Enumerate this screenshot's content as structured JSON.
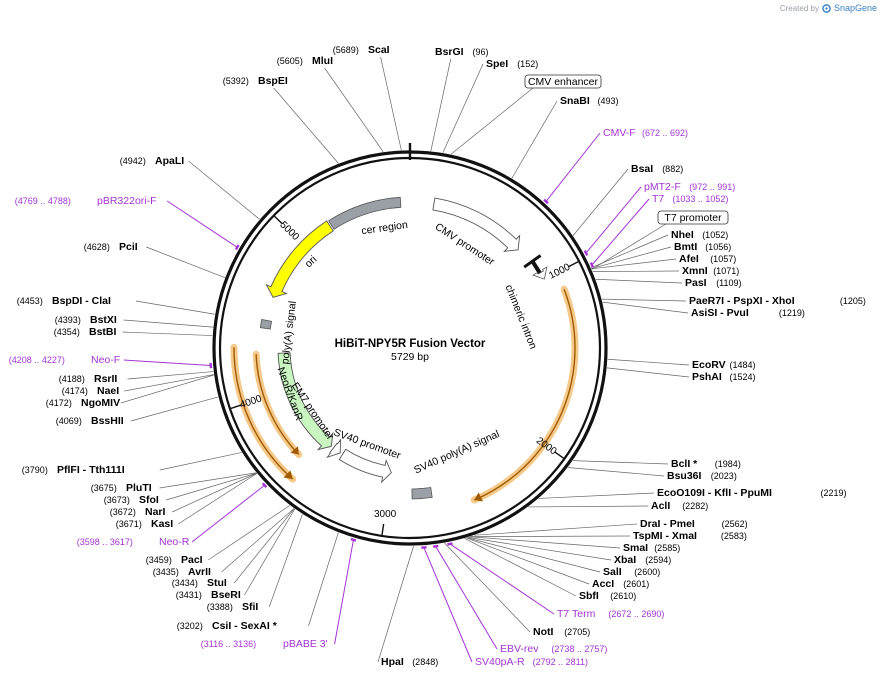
{
  "watermark": {
    "created_by": "Created by",
    "brand": "SnapGene"
  },
  "map": {
    "title": "HiBiT-NPY5R Fusion Vector",
    "length_label": "5729 bp",
    "total_bp": 5729,
    "tick_labels": [
      {
        "bp": 1000,
        "label": "1000"
      },
      {
        "bp": 2000,
        "label": "2000"
      },
      {
        "bp": 3000,
        "label": "3000"
      },
      {
        "bp": 4000,
        "label": "4000"
      },
      {
        "bp": 5000,
        "label": "5000"
      }
    ]
  },
  "colors": {
    "backbone": "#111111",
    "primer": "#a334d6",
    "ori": "#ffff00",
    "neor": "#c8f5c0",
    "orf_highlight": "#f5c98a",
    "orf_arrow": "#a05a00",
    "gray_feature": "#9aa0a6"
  },
  "features": [
    {
      "name": "cer region",
      "label": "cer region",
      "start": 5210,
      "end": 5670,
      "kind": "box",
      "color": "#9aa0a6"
    },
    {
      "name": "CMV promoter",
      "label": "CMV promoter",
      "start": 150,
      "end": 760,
      "kind": "arrow",
      "dir": 1,
      "color": "#ffffff"
    },
    {
      "name": "chimeric intron",
      "label": "chimeric intron",
      "start": 870,
      "end": 1000,
      "kind": "intron",
      "dir": 1,
      "color": "#111111"
    },
    {
      "name": "SV40 poly(A) signal",
      "label": "SV40 poly(A) signal",
      "start": 2730,
      "end": 2852,
      "kind": "box",
      "color": "#9aa0a6"
    },
    {
      "name": "SV40 promoter",
      "label": "SV40 promoter",
      "start": 3000,
      "end": 3380,
      "kind": "arrow",
      "dir": -1,
      "color": "#ffffff"
    },
    {
      "name": "EM7 promoter",
      "label": "EM7 promoter",
      "start": 3400,
      "end": 3460,
      "kind": "arrow",
      "dir": -1,
      "color": "#ffffff"
    },
    {
      "name": "NeoR/KanR",
      "label": "NeoR/KanR",
      "start": 3480,
      "end": 4260,
      "kind": "arrow",
      "dir": -1,
      "color": "#c8f5c0"
    },
    {
      "name": "poly(A) signal",
      "label": "poly(A) signal",
      "start": 4420,
      "end": 4470,
      "kind": "box",
      "color": "#9aa0a6"
    },
    {
      "name": "ori",
      "label": "ori",
      "start": 4620,
      "end": 5200,
      "kind": "arrow",
      "dir": -1,
      "color": "#ffff00"
    }
  ],
  "orfs": [
    {
      "name": "orf-forward",
      "start": 1100,
      "end": 2500,
      "dir": 1
    },
    {
      "name": "orf-reverse",
      "start": 3530,
      "end": 4300,
      "dir": -1
    },
    {
      "name": "orf-reverse-2",
      "start": 3600,
      "end": 4260,
      "dir": -1
    }
  ],
  "sites": [
    {
      "name": "BsrGI",
      "pos": "(96)",
      "bp": 96
    },
    {
      "name": "SpeI",
      "pos": "(152)",
      "bp": 152
    },
    {
      "name": "SnaBI",
      "pos": "(493)",
      "bp": 493
    },
    {
      "name": "BsaI",
      "pos": "(882)",
      "bp": 882
    },
    {
      "name": "NheI",
      "pos": "(1052)",
      "bp": 1052
    },
    {
      "name": "BmtI",
      "pos": "(1056)",
      "bp": 1056
    },
    {
      "name": "AfeI",
      "pos": "(1057)",
      "bp": 1057
    },
    {
      "name": "XmnI",
      "pos": "(1071)",
      "bp": 1071
    },
    {
      "name": "PasI",
      "pos": "(1109)",
      "bp": 1109
    },
    {
      "name": "PaeR7I  - PspXI  - XhoI",
      "pos": "(1205)",
      "bp": 1205
    },
    {
      "name": "AsiSI  - PvuI",
      "pos": "(1219)",
      "bp": 1219
    },
    {
      "name": "EcoRV",
      "pos": "(1484)",
      "bp": 1484
    },
    {
      "name": "PshAI",
      "pos": "(1524)",
      "bp": 1524
    },
    {
      "name": "BclI *",
      "pos": "(1984)",
      "bp": 1984
    },
    {
      "name": "Bsu36I",
      "pos": "(2023)",
      "bp": 2023
    },
    {
      "name": "EcoO109I  - KflI  - PpuMI",
      "pos": "(2219)",
      "bp": 2219
    },
    {
      "name": "AclI",
      "pos": "(2282)",
      "bp": 2282
    },
    {
      "name": "DraI  - PmeI",
      "pos": "(2562)",
      "bp": 2562
    },
    {
      "name": "TspMI  - XmaI",
      "pos": "(2583)",
      "bp": 2583
    },
    {
      "name": "SmaI",
      "pos": "(2585)",
      "bp": 2585
    },
    {
      "name": "XbaI",
      "pos": "(2594)",
      "bp": 2594
    },
    {
      "name": "SalI",
      "pos": "(2600)",
      "bp": 2600
    },
    {
      "name": "AccI",
      "pos": "(2601)",
      "bp": 2601
    },
    {
      "name": "SbfI",
      "pos": "(2610)",
      "bp": 2610
    },
    {
      "name": "NotI",
      "pos": "(2705)",
      "bp": 2705
    },
    {
      "name": "HpaI",
      "pos": "(2848)",
      "bp": 2848
    },
    {
      "name": "CsiI  - SexAI *",
      "pos": "(3202)",
      "bp": 3202
    },
    {
      "name": "SfiI",
      "pos": "(3388)",
      "bp": 3388
    },
    {
      "name": "BseRI",
      "pos": "(3431)",
      "bp": 3431
    },
    {
      "name": "StuI",
      "pos": "(3434)",
      "bp": 3434
    },
    {
      "name": "AvrII",
      "pos": "(3435)",
      "bp": 3435
    },
    {
      "name": "PacI",
      "pos": "(3459)",
      "bp": 3459
    },
    {
      "name": "KasI",
      "pos": "(3671)",
      "bp": 3671
    },
    {
      "name": "NarI",
      "pos": "(3672)",
      "bp": 3672
    },
    {
      "name": "SfoI",
      "pos": "(3673)",
      "bp": 3673
    },
    {
      "name": "PluTI",
      "pos": "(3675)",
      "bp": 3675
    },
    {
      "name": "PflFI  - Tth111I",
      "pos": "(3790)",
      "bp": 3790
    },
    {
      "name": "BssHII",
      "pos": "(4069)",
      "bp": 4069
    },
    {
      "name": "NgoMIV",
      "pos": "(4172)",
      "bp": 4172
    },
    {
      "name": "NaeI",
      "pos": "(4174)",
      "bp": 4174
    },
    {
      "name": "RsrII",
      "pos": "(4188)",
      "bp": 4188
    },
    {
      "name": "BstBI",
      "pos": "(4354)",
      "bp": 4354
    },
    {
      "name": "BstXI",
      "pos": "(4393)",
      "bp": 4393
    },
    {
      "name": "BspDI  - ClaI",
      "pos": "(4453)",
      "bp": 4453
    },
    {
      "name": "PciI",
      "pos": "(4628)",
      "bp": 4628
    },
    {
      "name": "ApaLI",
      "pos": "(4942)",
      "bp": 4942
    },
    {
      "name": "BspEI",
      "pos": "(5392)",
      "bp": 5392
    },
    {
      "name": "MluI",
      "pos": "(5605)",
      "bp": 5605
    },
    {
      "name": "ScaI",
      "pos": "(5689)",
      "bp": 5689
    }
  ],
  "primers": [
    {
      "name": "CMV-F",
      "pos": "(672 .. 692)",
      "bp": 682
    },
    {
      "name": "pMT2-F",
      "pos": "(972 .. 991)",
      "bp": 981
    },
    {
      "name": "T7",
      "pos": "(1033 .. 1052)",
      "bp": 1042
    },
    {
      "name": "T7 Term",
      "pos": "(2672 .. 2690)",
      "bp": 2681
    },
    {
      "name": "EBV-rev",
      "pos": "(2738 .. 2757)",
      "bp": 2747
    },
    {
      "name": "SV40pA-R",
      "pos": "(2792 .. 2811)",
      "bp": 2801
    },
    {
      "name": "pBABE 3'",
      "pos": "(3116 .. 3136)",
      "bp": 3126
    },
    {
      "name": "Neo-R",
      "pos": "(3598 .. 3617)",
      "bp": 3607
    },
    {
      "name": "Neo-F",
      "pos": "(4208 .. 4227)",
      "bp": 4217
    },
    {
      "name": "pBR322ori-F",
      "pos": "(4769 .. 4788)",
      "bp": 4778
    }
  ],
  "boxed_labels": [
    {
      "name": "CMV enhancer",
      "bp": 190
    },
    {
      "name": "T7 promoter",
      "bp": 1060
    }
  ]
}
